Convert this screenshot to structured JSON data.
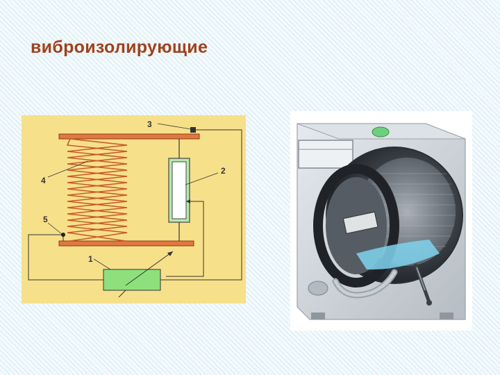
{
  "slide": {
    "title": "виброизолирующие"
  },
  "diagram": {
    "labels": [
      "1",
      "2",
      "3",
      "4",
      "5"
    ],
    "colors": {
      "background": "#f7e08a",
      "plate": "#e07840",
      "spring": "#c85a2a",
      "damper_fill": "#b8e8b0",
      "control_box": "#8ee07c",
      "wire": "#333333"
    }
  },
  "machine": {
    "icons": [
      "washing-machine-cutaway"
    ],
    "colors": {
      "body": "#c9d0d6",
      "drum": "#3a3f46",
      "water": "#7fd4ee"
    }
  }
}
